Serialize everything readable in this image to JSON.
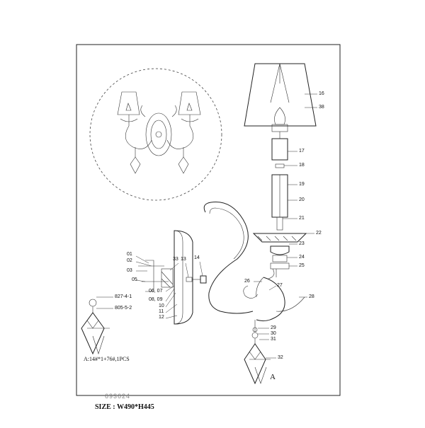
{
  "callouts_right": [
    "16",
    "38",
    "17",
    "18",
    "19",
    "20",
    "21",
    "22",
    "23",
    "24",
    "25",
    "26",
    "27",
    "28",
    "29",
    "30",
    "31",
    "32"
  ],
  "callouts_left": [
    "01",
    "02",
    "03",
    "05",
    "33",
    "13",
    "14",
    "06, 07",
    "08, 09",
    "10",
    "11",
    "12"
  ],
  "crystal_codes": [
    "827-4-1",
    "805-5-2"
  ],
  "note": "A:14#*1+76#,1PCS",
  "view_label": "A",
  "model_number": "693624",
  "size_line": "SIZE :  W490*H445"
}
